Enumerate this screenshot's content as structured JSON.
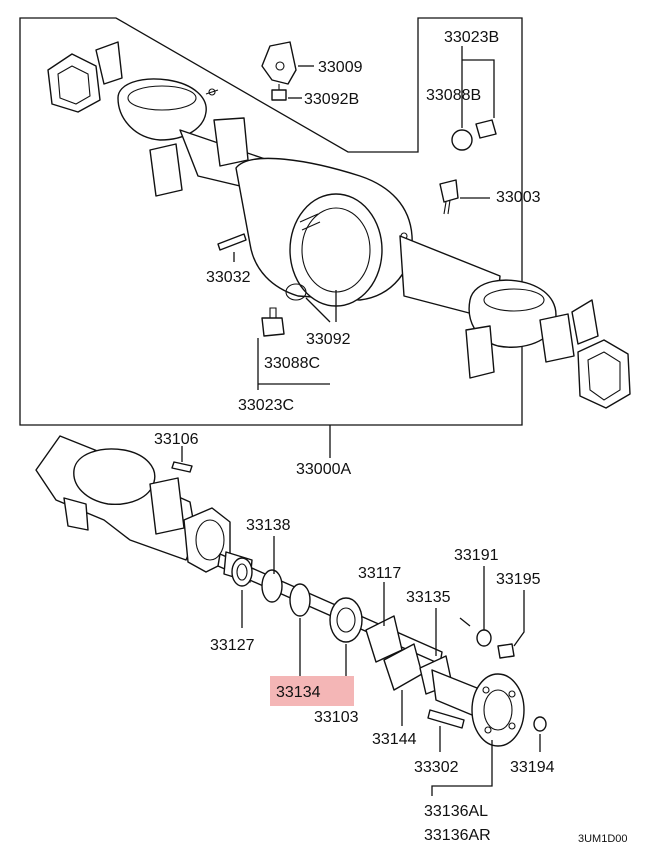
{
  "accent_color": "#f4b6b6",
  "highlighted_part": "33134",
  "parts": {
    "p33009": "33009",
    "p33092B": "33092B",
    "p33023B": "33023B",
    "p33088B": "33088B",
    "p33003": "33003",
    "p33032": "33032",
    "p33092": "33092",
    "p33088C": "33088C",
    "p33023C": "33023C",
    "p33000A": "33000A",
    "p33106": "33106",
    "p33138": "33138",
    "p33127": "33127",
    "p33117": "33117",
    "p33135": "33135",
    "p33191": "33191",
    "p33195": "33195",
    "p33134": "33134",
    "p33103": "33103",
    "p33144": "33144",
    "p33302": "33302",
    "p33194": "33194",
    "p33136AL": "33136AL",
    "p33136AR": "33136AR"
  },
  "diagram_code": "3UM1D00"
}
